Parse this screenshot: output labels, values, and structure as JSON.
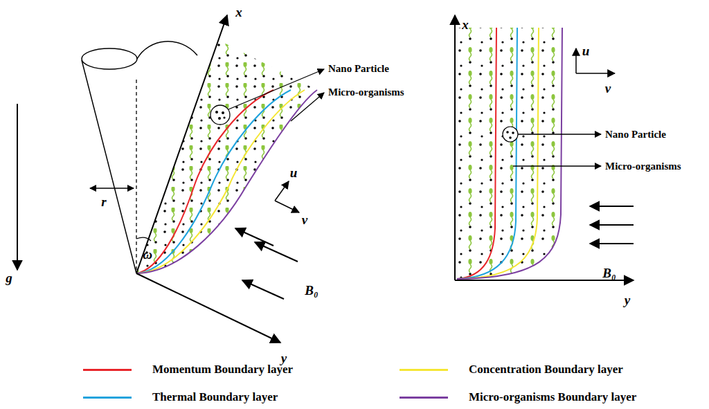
{
  "diagram": {
    "labels": [
      "x",
      "Nano Particle",
      "Micro-organisms",
      "r",
      "u",
      "v",
      "ω",
      "g",
      "B₀",
      "y",
      "x",
      "u",
      "v",
      "Nano Particle",
      "Micro-organisms",
      "B₀",
      "y"
    ],
    "legend": [
      {
        "text": "Momentum Boundary layer",
        "color": "#e8262b"
      },
      {
        "text": "Concentration Boundary layer",
        "color": "#f5e634"
      },
      {
        "text": "Thermal Boundary layer",
        "color": "#1fa3dd"
      },
      {
        "text": "Micro-organisms Boundary layer",
        "color": "#7b3fa0"
      }
    ]
  }
}
